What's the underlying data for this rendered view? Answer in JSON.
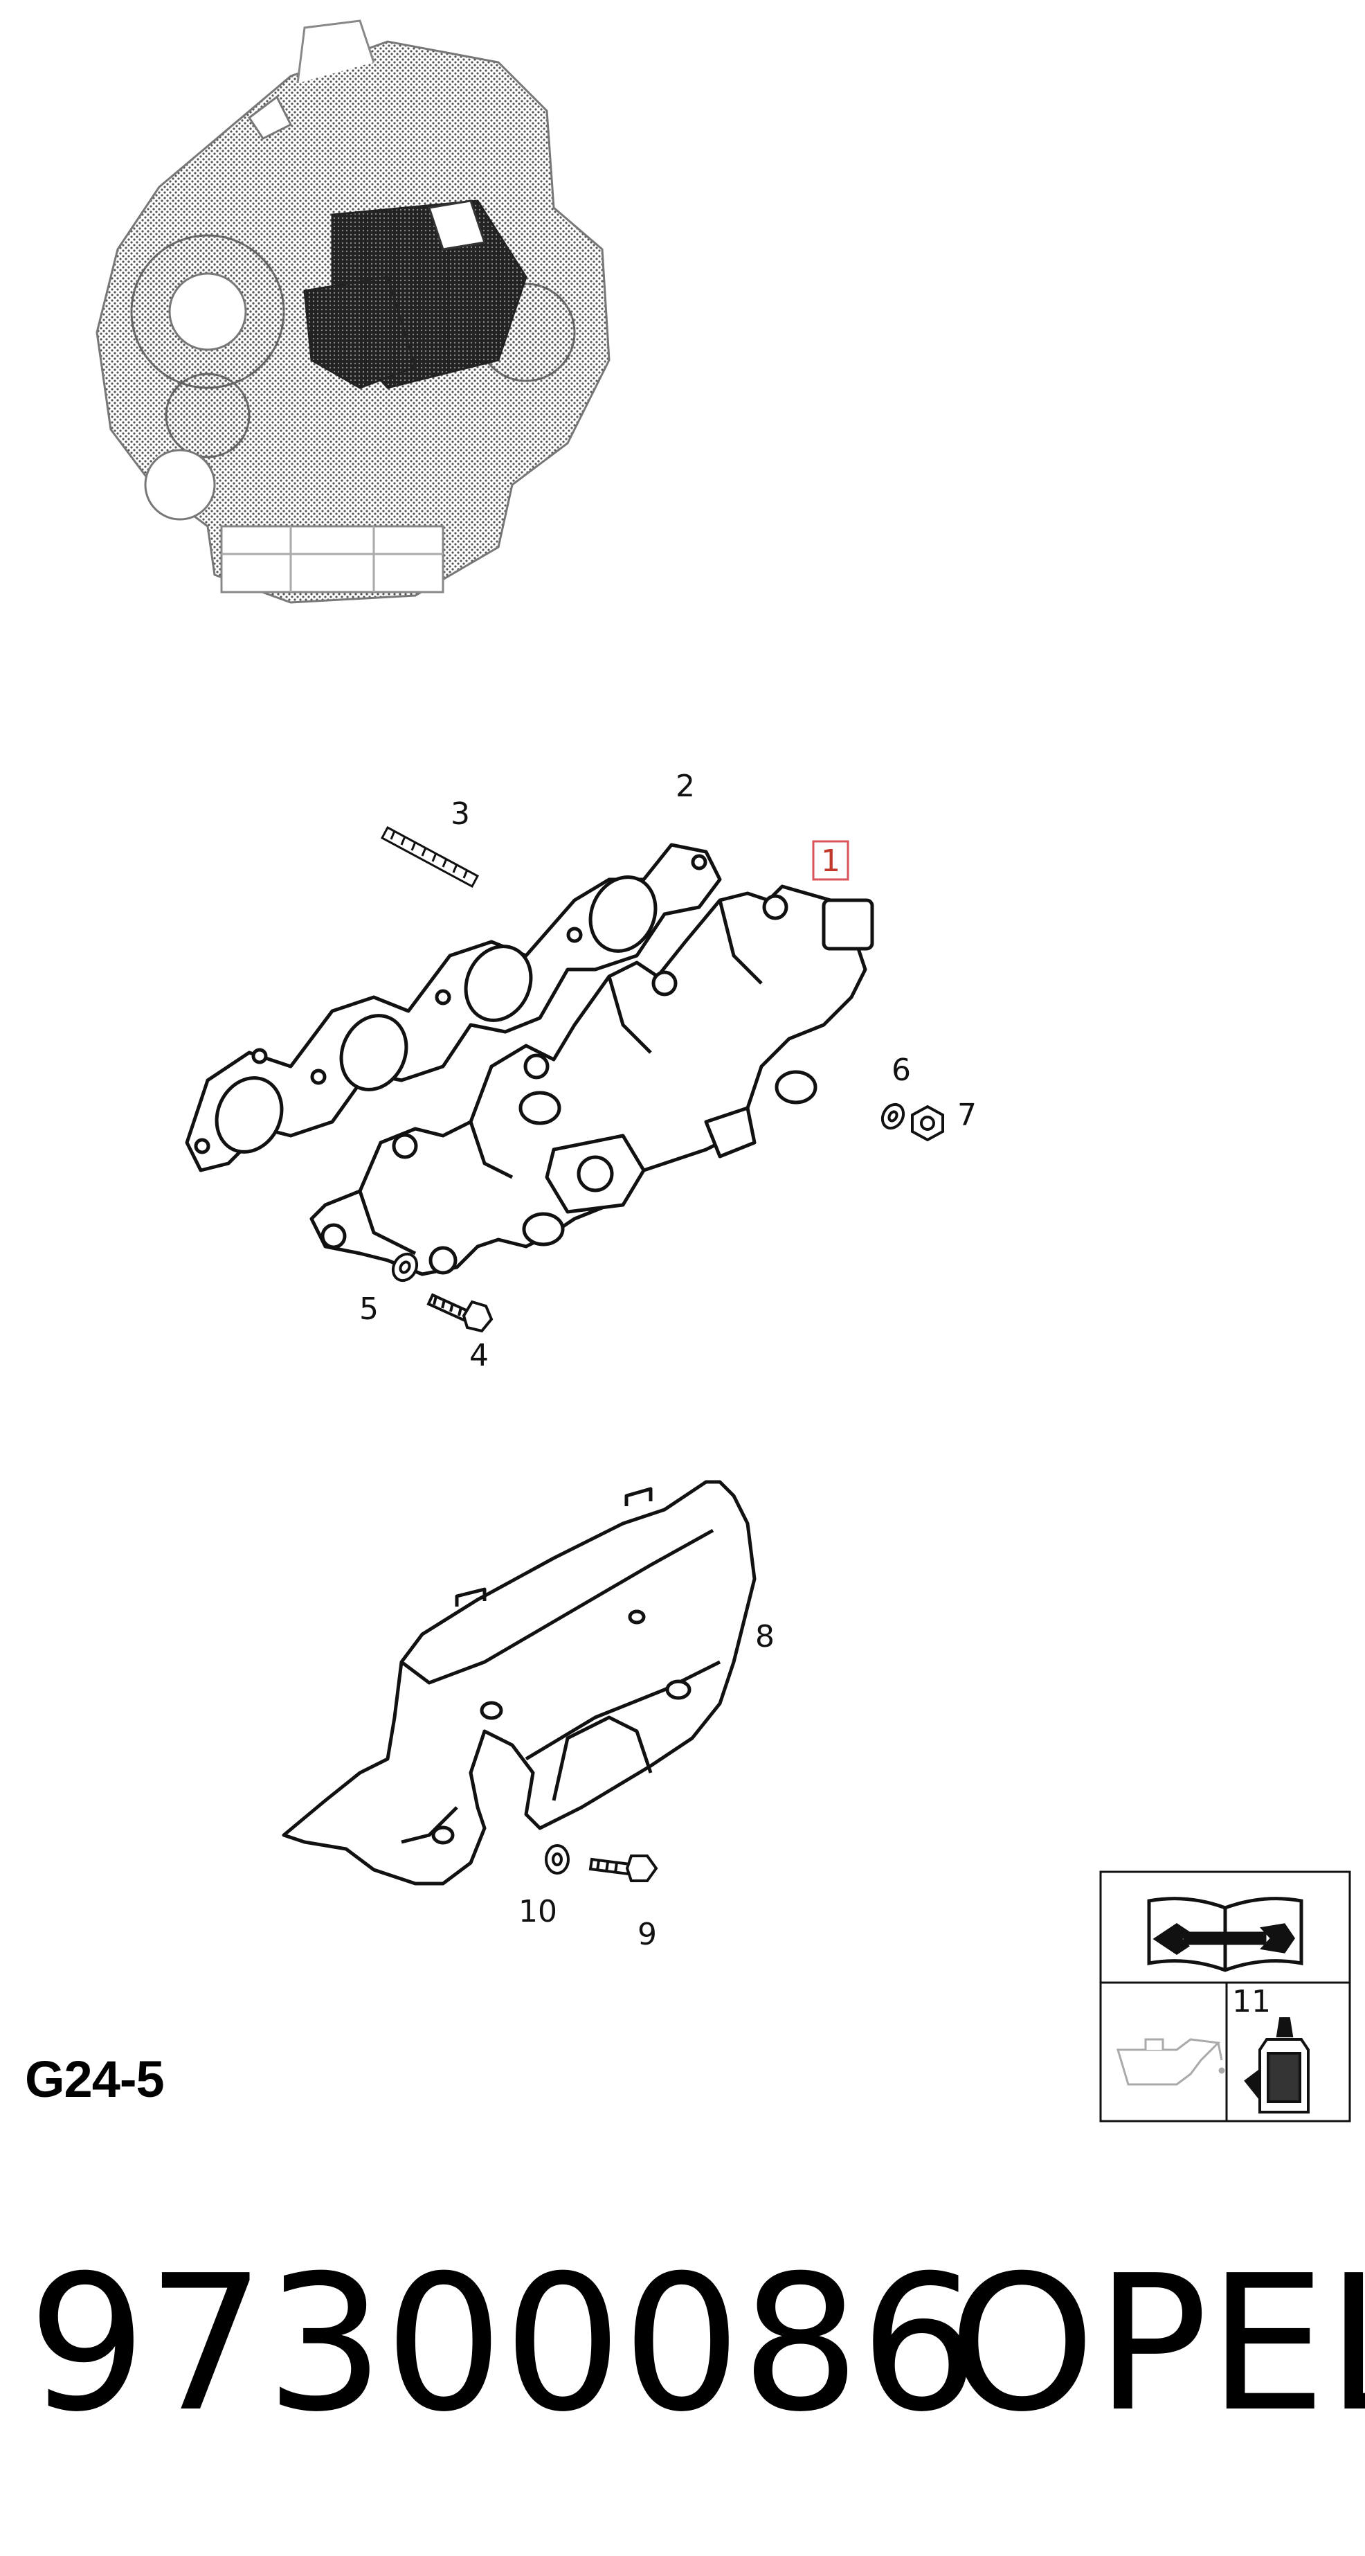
{
  "diagram_code": "G24-5",
  "part_number": "97300086",
  "brand": "OPEL",
  "callouts": {
    "highlighted": "1",
    "gasket": "2",
    "stud": "3",
    "bolt": "4",
    "washer": "5",
    "washer_small": "6",
    "nut": "7",
    "heat_shield": "8",
    "shield_bolt": "9",
    "shield_washer": "10",
    "sealant": "11"
  },
  "icons": {
    "manual": "manual-wrench-book-icon",
    "oil": "oil-can-icon",
    "sealant": "sealant-tube-icon"
  },
  "colors": {
    "highlight": "#d9535b",
    "line": "#111111"
  }
}
